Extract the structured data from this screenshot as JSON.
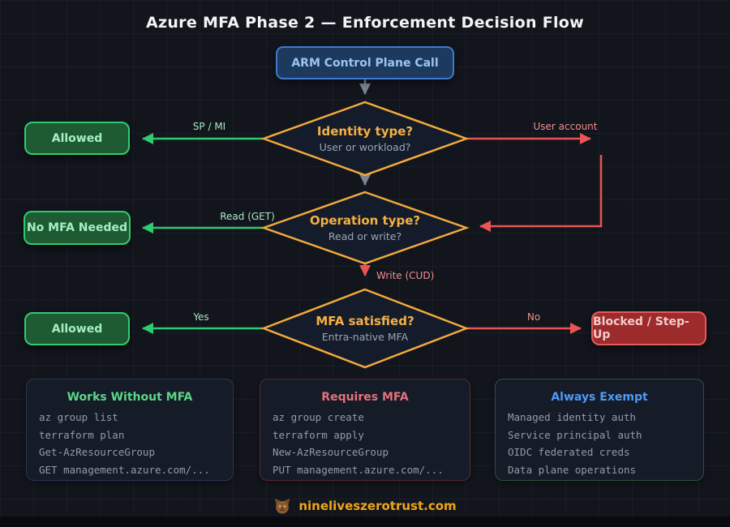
{
  "title": "Azure MFA Phase 2 — Enforcement Decision Flow",
  "colors": {
    "background": "#12151c",
    "accent_amber": "#f2a93c",
    "accent_green": "#2ecc71",
    "accent_red": "#e95454",
    "accent_blue": "#3e7ad1",
    "accent_gray": "#6e7787"
  },
  "nodes": {
    "start": {
      "label": "ARM Control Plane Call"
    },
    "identity": {
      "title": "Identity type?",
      "subtitle": "User or workload?"
    },
    "operation": {
      "title": "Operation type?",
      "subtitle": "Read or write?"
    },
    "mfa": {
      "title": "MFA satisfied?",
      "subtitle": "Entra-native MFA"
    },
    "allowed1": {
      "label": "Allowed"
    },
    "no_mfa_needed": {
      "label": "No MFA Needed"
    },
    "allowed2": {
      "label": "Allowed"
    },
    "blocked": {
      "label": "Blocked / Step-Up"
    }
  },
  "edge_labels": {
    "sp_mi": "SP / MI",
    "user_account": "User account",
    "read_get": "Read (GET)",
    "write_cud": "Write (CUD)",
    "yes": "Yes",
    "no": "No"
  },
  "panels": [
    {
      "title": "Works Without MFA",
      "items": [
        "az group list",
        "terraform plan",
        "Get-AzResourceGroup",
        "GET management.azure.com/..."
      ]
    },
    {
      "title": "Requires MFA",
      "items": [
        "az group create",
        "terraform apply",
        "New-AzResourceGroup",
        "PUT management.azure.com/..."
      ]
    },
    {
      "title": "Always Exempt",
      "items": [
        "Managed identity auth",
        "Service principal auth",
        "OIDC federated creds",
        "Data plane operations"
      ]
    }
  ],
  "footer": {
    "site": "nineliveszerotrust.com",
    "icon": "cat-icon"
  }
}
